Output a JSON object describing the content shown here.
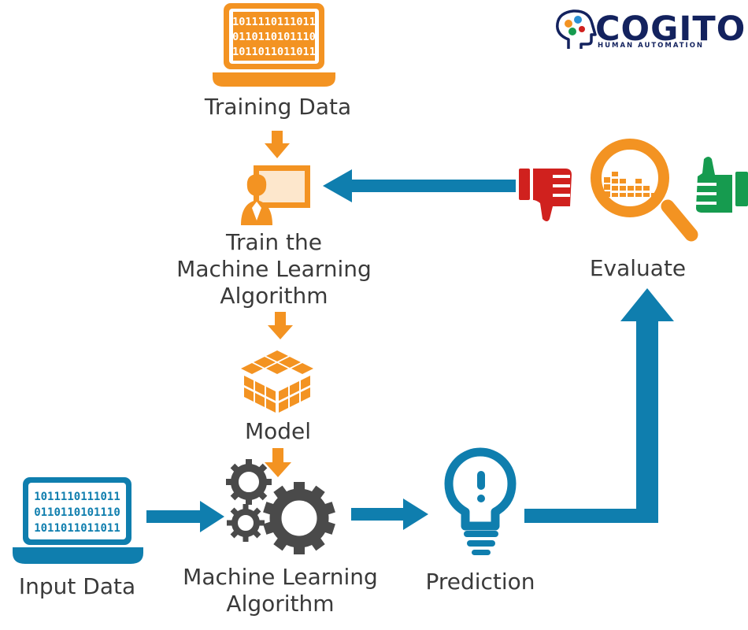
{
  "logo": {
    "name": "COGITO",
    "tagline": "HUMAN AUTOMATION"
  },
  "nodes": {
    "training_data": {
      "label": "Training Data",
      "binary": [
        "1011110111011",
        "0110110101110",
        "1011011011011"
      ]
    },
    "train": {
      "label_lines": [
        "Train the",
        "Machine Learning",
        "Algorithm"
      ]
    },
    "model": {
      "label": "Model"
    },
    "input_data": {
      "label": "Input Data",
      "binary": [
        "1011110111011",
        "0110110101110",
        "1011011011011"
      ]
    },
    "ml_algorithm": {
      "label_lines": [
        "Machine Learning",
        "Algorithm"
      ]
    },
    "prediction": {
      "label": "Prediction"
    },
    "evaluate": {
      "label": "Evaluate"
    }
  },
  "colors": {
    "orange": "#f39322",
    "blue": "#0f7eae",
    "gray": "#4a4a4a",
    "red": "#d0211e",
    "green": "#169b4f",
    "text": "#3a3a3a",
    "navy": "#13225e"
  }
}
